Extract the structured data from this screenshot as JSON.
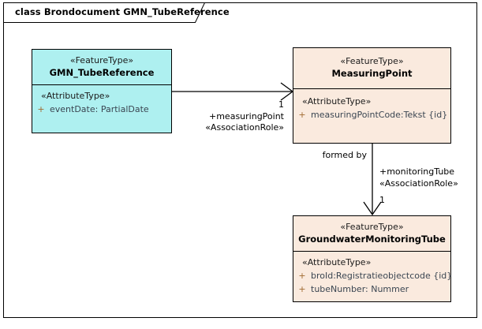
{
  "diagram": {
    "title": "class Brondocument GMN_TubeReference",
    "background": "#ffffff",
    "frame_border": "#000000"
  },
  "classes": [
    {
      "id": "gmn-tube-reference",
      "stereotype": "«FeatureType»",
      "name": "GMN_TubeReference",
      "fill": "#aef0f0",
      "compartment_stereotype": "«AttributeType»",
      "attributes": [
        {
          "visibility": "+",
          "text": "eventDate: PartialDate"
        }
      ]
    },
    {
      "id": "measuring-point",
      "stereotype": "«FeatureType»",
      "name": "MeasuringPoint",
      "fill": "#faeade",
      "compartment_stereotype": "«AttributeType»",
      "attributes": [
        {
          "visibility": "+",
          "text": "measuringPointCode:Tekst {id}"
        }
      ]
    },
    {
      "id": "groundwater-monitoring-tube",
      "stereotype": "«FeatureType»",
      "name": "GroundwaterMonitoringTube",
      "fill": "#faeade",
      "compartment_stereotype": "«AttributeType»",
      "attributes": [
        {
          "visibility": "+",
          "text": "broId:Registratieobjectcode {id}"
        },
        {
          "visibility": "+",
          "text": "tubeNumber: Nummer"
        }
      ]
    }
  ],
  "associations": [
    {
      "id": "tubereference-to-measuringpoint",
      "multiplicity": "1",
      "role": "+measuringPoint",
      "role_stereotype": "«AssociationRole»"
    },
    {
      "id": "measuringpoint-to-monitoringtube",
      "name": "formed by",
      "multiplicity": "1",
      "role": "+monitoringTube",
      "role_stereotype": "«AssociationRole»"
    }
  ]
}
